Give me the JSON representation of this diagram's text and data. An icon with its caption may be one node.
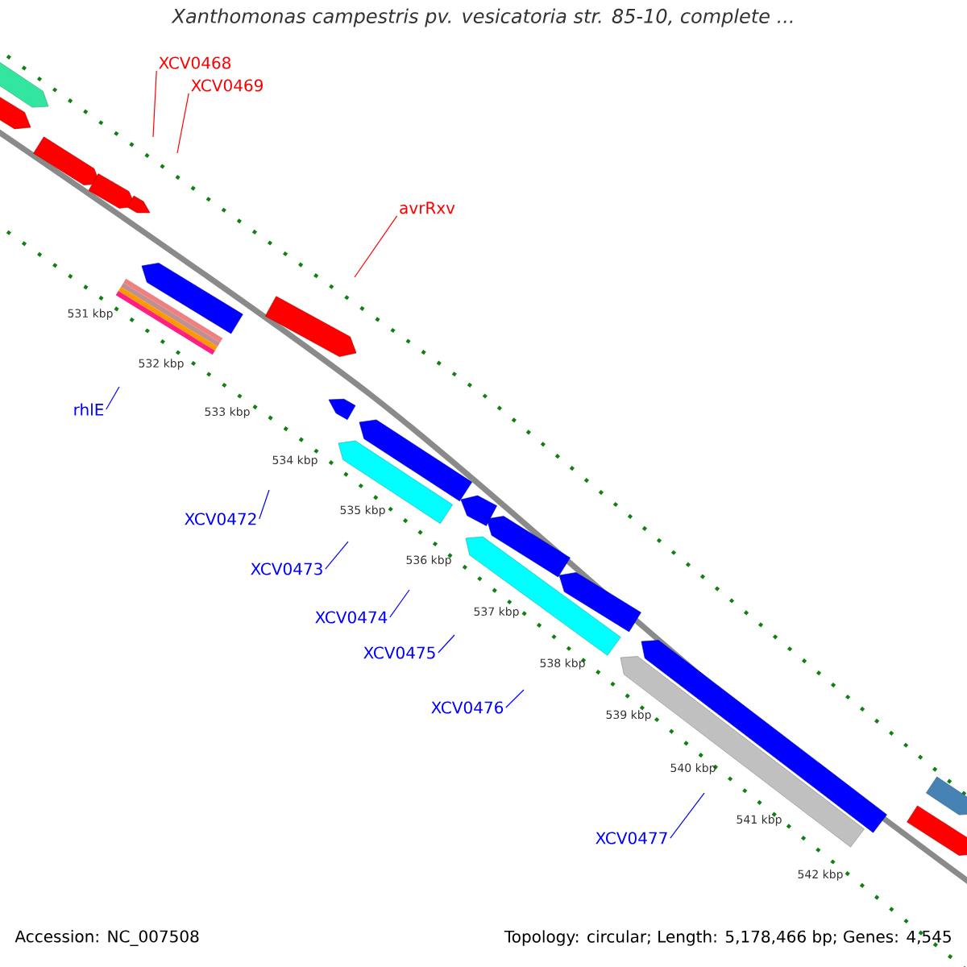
{
  "diagram": {
    "title": "Xanthomonas campestris pv. vesicatoria str. 85-10, complete ...",
    "nodes": [
      {
        "text": [
          "XCV0468"
        ]
      },
      {
        "text": [
          "XCV0469"
        ]
      },
      {
        "text": [
          "avrRxv"
        ]
      },
      {
        "text": [
          "rhlE"
        ]
      },
      {
        "text": [
          "XCV0472"
        ]
      },
      {
        "text": [
          "XCV0473"
        ]
      },
      {
        "text": [
          "XCV0474"
        ]
      },
      {
        "text": [
          "XCV0475"
        ]
      },
      {
        "text": [
          "XCV0476"
        ]
      },
      {
        "text": [
          "XCV0477"
        ]
      }
    ],
    "edges": [
      {
        "from": 0,
        "to": null,
        "arrow": "none",
        "color": "#ff0000"
      },
      {
        "from": 1,
        "to": null,
        "arrow": "none",
        "color": "#ff0000"
      },
      {
        "from": 2,
        "to": null,
        "arrow": "none",
        "color": "#ff0000"
      },
      {
        "from": 3,
        "to": null,
        "arrow": "none"
      },
      {
        "from": 4,
        "to": null,
        "arrow": "none"
      },
      {
        "from": 5,
        "to": null,
        "arrow": "none"
      },
      {
        "from": 6,
        "to": null,
        "arrow": "none"
      },
      {
        "from": 7,
        "to": null,
        "arrow": "none"
      },
      {
        "from": 8,
        "to": null,
        "arrow": "none"
      },
      {
        "from": 9,
        "to": null,
        "arrow": "none"
      }
    ],
    "labels": [
      "531 kbp",
      "532 kbp",
      "533 kbp",
      "534 kbp",
      "535 kbp",
      "536 kbp",
      "537 kbp",
      "538 kbp",
      "539 kbp",
      "540 kbp",
      "541 kbp",
      "542 kbp",
      "Accession: NC_007508",
      "Topology: circular; Length: 5,178,466 bp; Genes: 4,545"
    ]
  }
}
